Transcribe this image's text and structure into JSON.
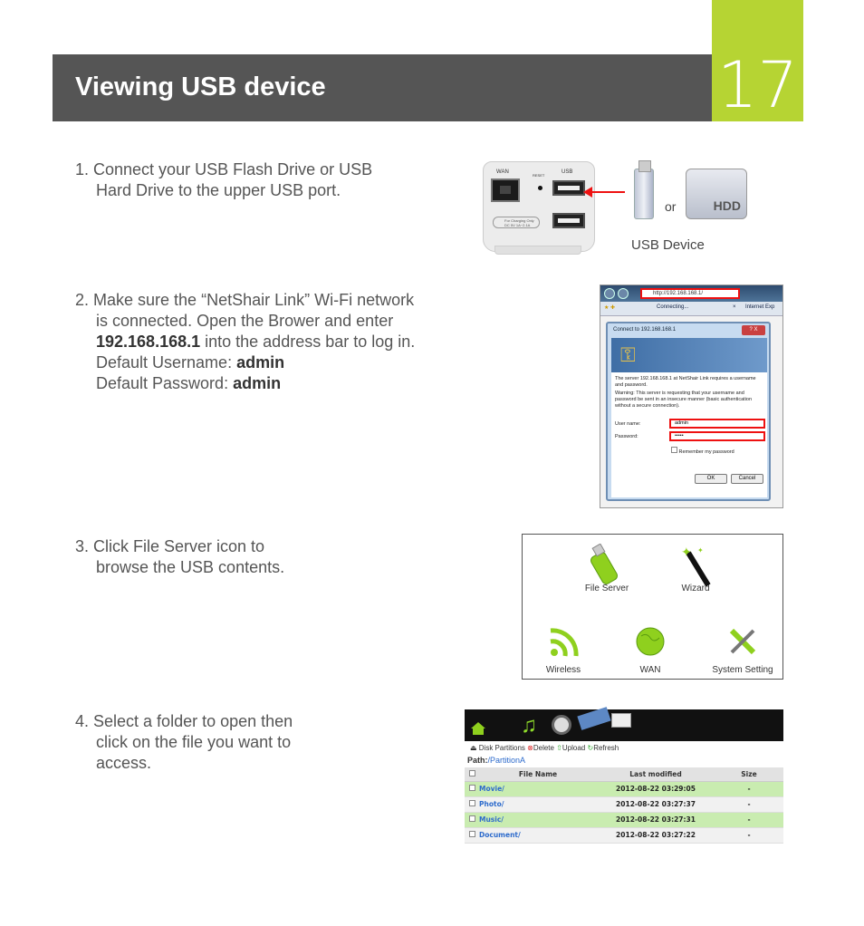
{
  "header": {
    "title": "Viewing USB device",
    "page_number": "17"
  },
  "steps": {
    "step1": {
      "line1": "1. Connect your USB Flash Drive or USB",
      "line2": "Hard Drive to the upper USB port."
    },
    "step2": {
      "line1": "2. Make sure the “NetShair Link” Wi-Fi network",
      "line2": "is connected. Open the Brower and enter",
      "ip": "192.168.168.1",
      "line3_rest": " into the address bar to log in.",
      "user_label": "Default Username: ",
      "user_value": "admin",
      "pass_label": "Default Password: ",
      "pass_value": "admin"
    },
    "step3": {
      "line1": "3. Click File Server icon to",
      "line2": "browse the USB contents."
    },
    "step4": {
      "line1": "4. Select a folder to open then",
      "line2": "click on the file you want to",
      "line3": "access."
    }
  },
  "figure1": {
    "wan_label": "WAN",
    "usb_label": "USB",
    "reset_label": "RESET",
    "warn_text": "For Charging Only DC 5V 1A~2.1A",
    "or_text": "or",
    "hdd_label": "HDD",
    "caption": "USB Device"
  },
  "figure2": {
    "address": "http://192.168.168.1/",
    "tab1": "Connecting...",
    "tab2": "Internet Exp",
    "dialog_title": "Connect to 192.168.168.1",
    "dialog_close": "? X",
    "message1": "The server 192.168.168.1 at NetShair Link requires a username and password.",
    "message2": "Warning: This server is requesting that your username and password be sent in an insecure manner (basic authentication without a secure connection).",
    "user_label": "User name:",
    "user_value": "admin",
    "pass_label": "Password:",
    "pass_value": "•••••",
    "remember": "Remember my password",
    "ok": "OK",
    "cancel": "Cancel"
  },
  "figure3": {
    "icons": [
      "File Server",
      "Wizard",
      "Wireless",
      "WAN",
      "System Setting"
    ]
  },
  "figure4": {
    "toolbar": {
      "partitions": "Disk Partitions",
      "delete": "Delete",
      "upload": "Upload",
      "refresh": "Refresh"
    },
    "path_label": "Path:",
    "path_value": "/PartitionA",
    "columns": [
      "File Name",
      "Last modified",
      "Size"
    ],
    "rows": [
      {
        "name": "Movie/",
        "modified": "2012-08-22 03:29:05",
        "size": "-"
      },
      {
        "name": "Photo/",
        "modified": "2012-08-22 03:27:37",
        "size": "-"
      },
      {
        "name": "Music/",
        "modified": "2012-08-22 03:27:31",
        "size": "-"
      },
      {
        "name": "Document/",
        "modified": "2012-08-22 03:27:22",
        "size": "-"
      }
    ]
  },
  "colors": {
    "header_bg": "#555555",
    "accent_green": "#b6d433",
    "alert_red": "#e11111"
  }
}
